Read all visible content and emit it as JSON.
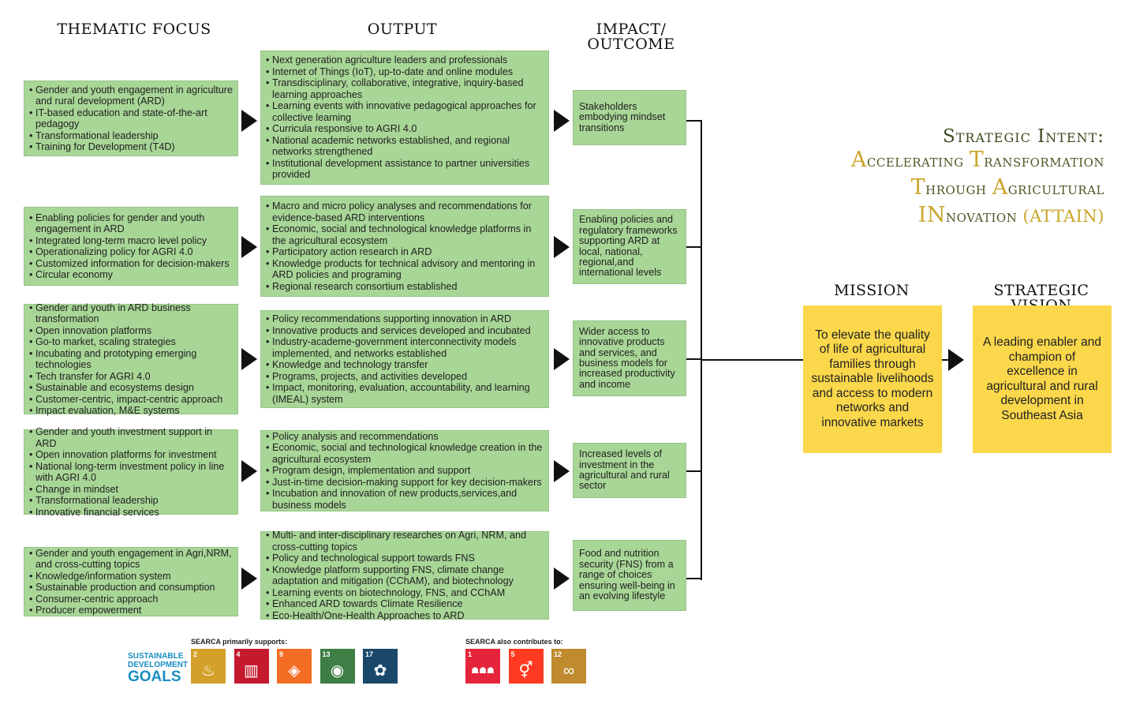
{
  "headers": {
    "thematic": "THEMATIC FOCUS",
    "output": "OUTPUT",
    "impact_line1": "IMPACT/",
    "impact_line2": "OUTCOME",
    "mission": "MISSION",
    "vision": "STRATEGIC VISION"
  },
  "intent": {
    "title": "Strategic Intent:",
    "line1_cap1": "A",
    "line1_rest1": "ccelerating ",
    "line1_cap2": "T",
    "line1_rest2": "ransformation",
    "line2_cap1": "T",
    "line2_rest1": "hrough ",
    "line2_cap2": "A",
    "line2_rest2": "gricultural",
    "line3_cap": "IN",
    "line3_rest": "novation ",
    "line3_acronym": "(ATTAIN)"
  },
  "rows": [
    {
      "thematic": [
        "Gender and youth engagement in agriculture and rural development (ARD)",
        "IT-based education and state-of-the-art pedagogy",
        "Transformational leadership",
        "Training for Development (T4D)"
      ],
      "output": [
        "Next generation agriculture leaders and   professionals",
        "Internet of Things (IoT), up-to-date and online modules",
        "Transdisciplinary, collaborative, integrative, inquiry-based learning approaches",
        "Learning events with innovative pedagogical approaches for collective learning",
        "Curricula responsive to AGRI 4.0",
        "National academic networks established, and regional networks strengthened",
        "Institutional development assistance to partner universities provided"
      ],
      "impact": "Stakeholders embodying mindset transitions"
    },
    {
      "thematic": [
        "Enabling policies for gender and youth engagement in ARD",
        "Integrated long-term macro level policy",
        "Operationalizing policy for AGRI 4.0",
        "Customized information for decision-makers",
        "Circular economy"
      ],
      "output": [
        "Macro and micro policy analyses  and recommendations for evidence-based ARD interventions",
        "Economic, social and technological knowledge platforms in the agricultural ecosystem",
        "Participatory action research in ARD",
        "Knowledge products for technical advisory and mentoring in ARD policies and programing",
        "Regional research consortium established"
      ],
      "impact": "Enabling policies and regulatory frameworks supporting ARD at local, national, regional,and international levels"
    },
    {
      "thematic": [
        "Gender and youth in ARD business transformation",
        "Open innovation platforms",
        "Go-to market, scaling strategies",
        "Incubating and prototyping emerging technologies",
        "Tech transfer for AGRI 4.0",
        "Sustainable and ecosystems design",
        "Customer-centric, impact-centric approach",
        "Impact evaluation, M&E systems"
      ],
      "output": [
        "Policy recommendations supporting innovation in ARD",
        "Innovative products and services developed and incubated",
        "Industry-academe-government interconnectivity models implemented, and networks established",
        "Knowledge and technology transfer",
        "Programs, projects, and activities developed",
        "Impact, monitoring, evaluation, accountability, and learning (IMEAL) system"
      ],
      "impact": "Wider access to innovative products and services, and business models for increased productivity and income"
    },
    {
      "thematic": [
        "Gender and youth investment support in ARD",
        "Open innovation platforms for investment",
        "National long-term investment policy in line with AGRI 4.0",
        "Change in mindset",
        "Transformational leadership",
        "Innovative financial services"
      ],
      "output": [
        "Policy analysis and recommendations",
        "Economic, social and technological knowledge creation in the agricultural ecosystem",
        "Program design, implementation and support",
        "Just-in-time decision-making support for key decision-makers",
        "Incubation and innovation of new products,services,and business models"
      ],
      "impact": "Increased levels of investment in the agricultural and rural sector"
    },
    {
      "thematic": [
        "Gender and youth engagement in Agri,NRM, and cross-cutting topics",
        "Knowledge/information system",
        "Sustainable production and consumption",
        "Consumer-centric approach",
        "Producer empowerment"
      ],
      "output": [
        "Multi- and inter-disciplinary researches on Agri, NRM, and cross-cutting topics",
        "Policy and technological support towards FNS",
        "Knowledge platform supporting FNS, climate change adaptation and mitigation (CChAM), and biotechnology",
        "Learning events on biotechnology, FNS, and CChAM",
        "Enhanced ARD towards Climate Resilience",
        "Eco-Health/One-Health Approaches to ARD"
      ],
      "impact": "Food and nutrition security (FNS) from a range of choices ensuring well-being in an evolving lifestyle"
    }
  ],
  "mission_text": "To elevate the quality of life of agricultural families through sustainable livelihoods and access to modern networks and innovative markets",
  "vision_text": "A leading enabler and champion of excellence in agricultural and rural development in Southeast Asia",
  "sdg": {
    "logo_line1": "SUSTAINABLE",
    "logo_line2": "DEVELOPMENT",
    "logo_line3": "GOALS",
    "primary_label": "SEARCA primarily supports:",
    "also_label": "SEARCA also contributes to:",
    "primary": [
      {
        "num": "2",
        "color": "#d3a029",
        "icon": "bowl-icon",
        "glyph": "♨"
      },
      {
        "num": "4",
        "color": "#c5192d",
        "icon": "book-icon",
        "glyph": "▥"
      },
      {
        "num": "9",
        "color": "#f36d25",
        "icon": "cubes-icon",
        "glyph": "◈"
      },
      {
        "num": "13",
        "color": "#3f7e44",
        "icon": "eye-globe-icon",
        "glyph": "◉"
      },
      {
        "num": "17",
        "color": "#19486a",
        "icon": "flower-icon",
        "glyph": "✿"
      }
    ],
    "also": [
      {
        "num": "1",
        "color": "#e5243b",
        "icon": "family-icon",
        "glyph": "☗☗☗"
      },
      {
        "num": "5",
        "color": "#ff3a21",
        "icon": "gender-icon",
        "glyph": "⚥"
      },
      {
        "num": "12",
        "color": "#bf8b2e",
        "icon": "infinity-icon",
        "glyph": "∞"
      }
    ]
  }
}
